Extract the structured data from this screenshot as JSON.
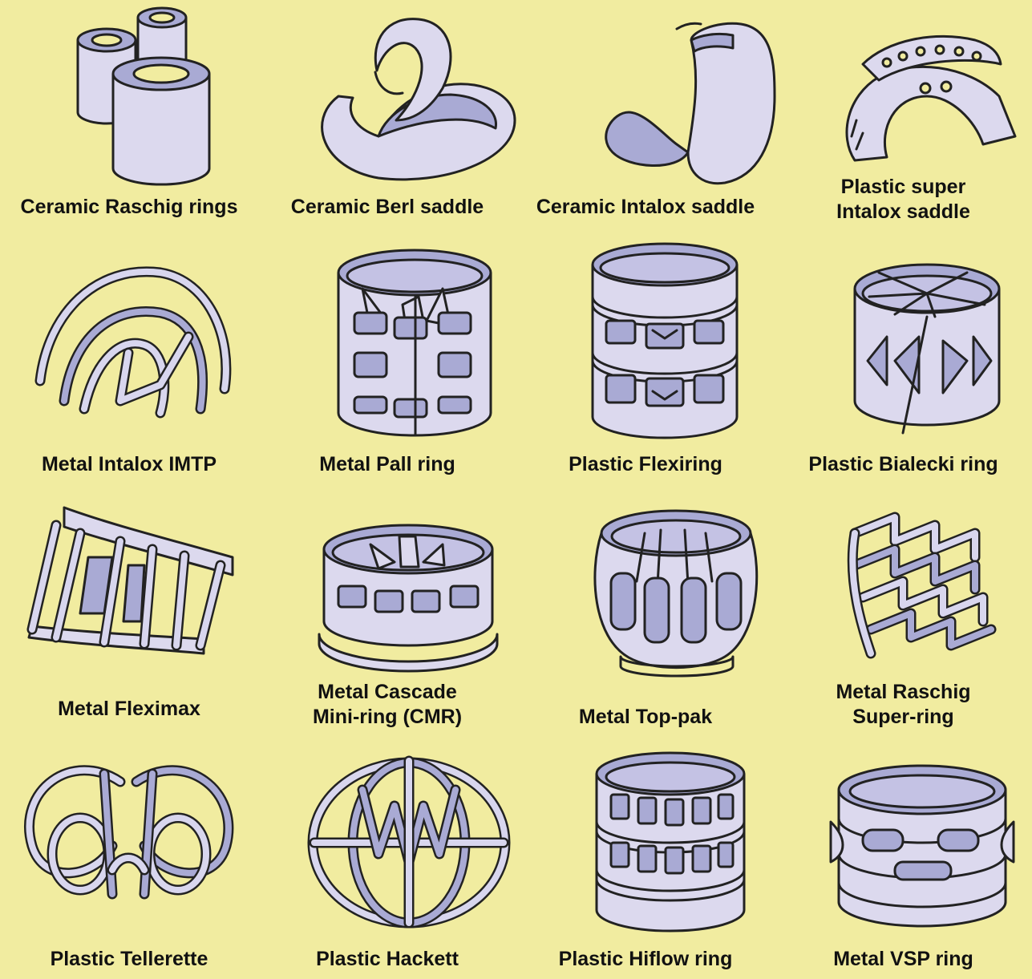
{
  "packings": [
    {
      "lines": [
        "Ceramic Raschig rings"
      ],
      "icon": "raschig-rings-icon"
    },
    {
      "lines": [
        "Ceramic Berl saddle"
      ],
      "icon": "berl-saddle-icon"
    },
    {
      "lines": [
        "Ceramic Intalox saddle"
      ],
      "icon": "intalox-saddle-icon"
    },
    {
      "lines": [
        "Plastic super",
        "Intalox saddle"
      ],
      "icon": "super-intalox-saddle-icon"
    },
    {
      "lines": [
        "Metal Intalox IMTP"
      ],
      "icon": "imtp-icon"
    },
    {
      "lines": [
        "Metal Pall ring"
      ],
      "icon": "pall-ring-icon"
    },
    {
      "lines": [
        "Plastic Flexiring"
      ],
      "icon": "flexiring-icon"
    },
    {
      "lines": [
        "Plastic Bialecki ring"
      ],
      "icon": "bialecki-ring-icon"
    },
    {
      "lines": [
        "Metal Fleximax"
      ],
      "icon": "fleximax-icon"
    },
    {
      "lines": [
        "Metal Cascade",
        "Mini-ring (CMR)"
      ],
      "icon": "cascade-mini-ring-icon"
    },
    {
      "lines": [
        "Metal Top-pak"
      ],
      "icon": "top-pak-icon"
    },
    {
      "lines": [
        "Metal Raschig",
        "Super-ring"
      ],
      "icon": "raschig-super-ring-icon"
    },
    {
      "lines": [
        "Plastic Tellerette"
      ],
      "icon": "tellerette-icon"
    },
    {
      "lines": [
        "Plastic Hackett"
      ],
      "icon": "hackett-icon"
    },
    {
      "lines": [
        "Plastic Hiflow ring"
      ],
      "icon": "hiflow-ring-icon"
    },
    {
      "lines": [
        "Metal VSP ring"
      ],
      "icon": "vsp-ring-icon"
    }
  ],
  "colors": {
    "background": "#f1eca0",
    "light": "#dcd9ee",
    "shade": "#a9aad4",
    "outline": "#222222"
  }
}
